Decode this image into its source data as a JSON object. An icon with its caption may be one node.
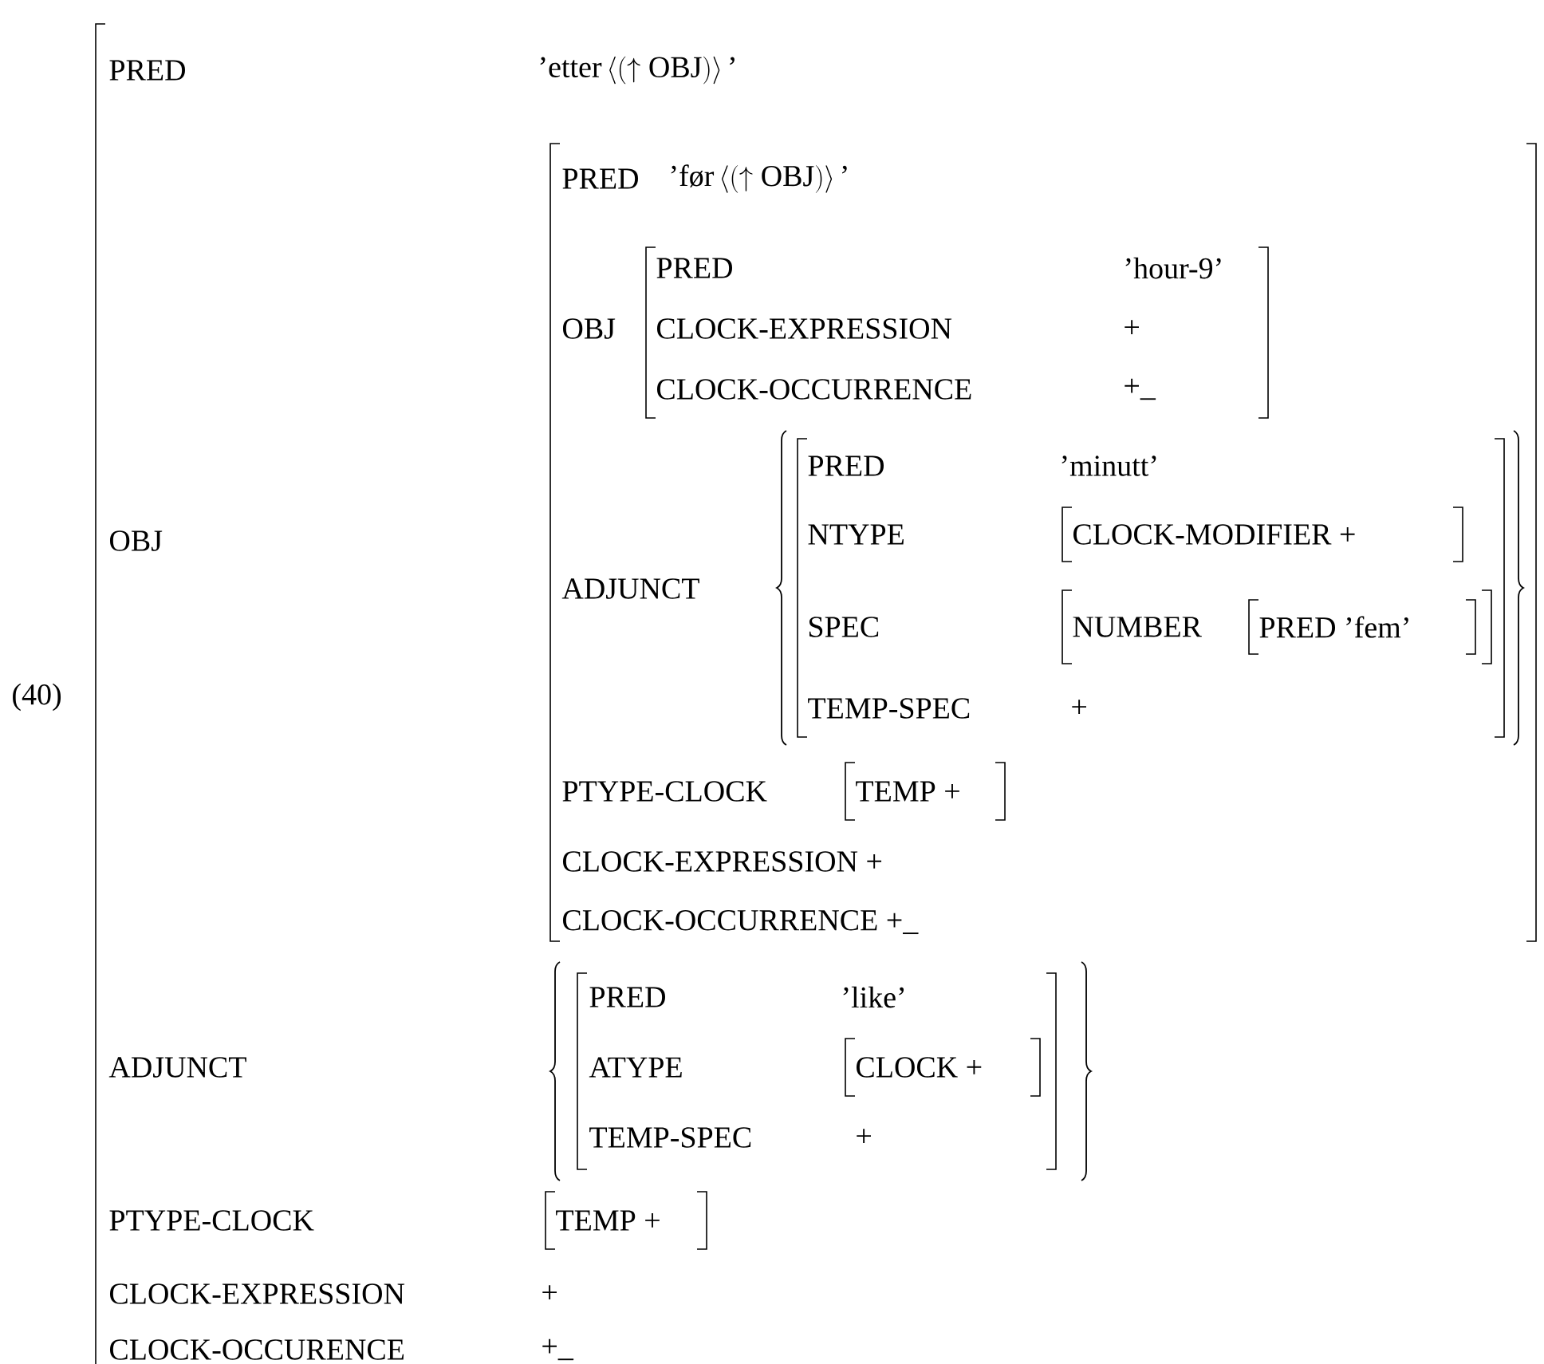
{
  "diagram": {
    "labels": [
      "(40)",
      "PRED",
      "\\text{’etter}\\left\\langle\\left(\\uparrow \\text{OBJ}\\right)\\right\\rangle\\text{’}",
      "OBJ",
      "PRED",
      "\\text{’før}\\left\\langle\\left(\\uparrow \\text{OBJ}\\right)\\right\\rangle\\text{’}",
      "PRED",
      "’hour-9’",
      "OBJ",
      "CLOCK-EXPRESSION",
      "+",
      "CLOCK-OCCURRENCE",
      "+_",
      "ADJUNCT",
      "PRED",
      "’minutt’",
      "NTYPE",
      "CLOCK-MODIFIER +",
      "SPEC",
      "NUMBER",
      "PRED ’fem’",
      "TEMP-SPEC",
      "+",
      "PTYPE-CLOCK",
      "TEMP +",
      "CLOCK-EXPRESSION +",
      "CLOCK-OCCURRENCE +_",
      "ADJUNCT",
      "PRED",
      "’like’",
      "ATYPE",
      "CLOCK +",
      "TEMP-SPEC",
      "+",
      "PTYPE-CLOCK",
      "TEMP +",
      "CLOCK-EXPRESSION",
      "+",
      "CLOCK-OCCURENCE",
      "+_"
    ]
  }
}
